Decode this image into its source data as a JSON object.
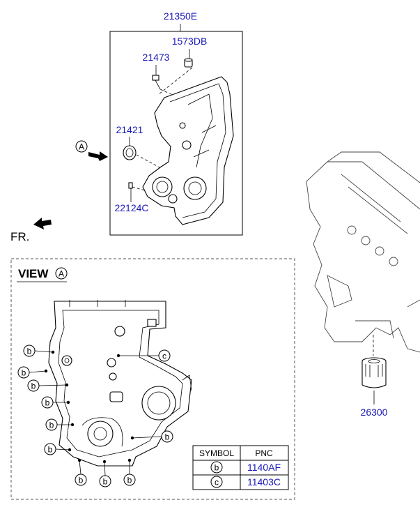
{
  "parts": {
    "cover_assy": "21350E",
    "plug": "1573DB",
    "bolt": "21473",
    "seal": "21421",
    "pin": "22124C",
    "oil_filter": "26300"
  },
  "labels": {
    "view_a_arrow": "A",
    "front_text": "FR.",
    "view_title": "VIEW",
    "view_letter": "A"
  },
  "symbols_used": {
    "b": "b",
    "c": "c"
  },
  "legend_table": {
    "headers": [
      "SYMBOL",
      "PNC"
    ],
    "rows": [
      {
        "symbol": "b",
        "pnc": "1140AF"
      },
      {
        "symbol": "c",
        "pnc": "11403C"
      }
    ]
  },
  "colors": {
    "pnc_text": "#1a1ab8",
    "line": "#000000"
  }
}
